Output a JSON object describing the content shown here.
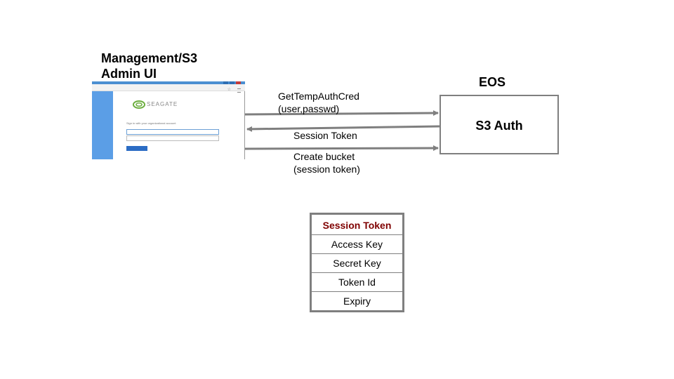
{
  "client": {
    "title_line1": "Management/S3",
    "title_line2": "Admin UI"
  },
  "browser": {
    "logo_text": "SEAGATE",
    "signin_text": "Sign in with your organizational account"
  },
  "server": {
    "group_label": "EOS",
    "box_label": "S3 Auth"
  },
  "messages": {
    "request_line1": "GetTempAuthCred",
    "request_line2": "(user,passwd)",
    "response": "Session Token",
    "create_line1": "Create bucket",
    "create_line2": "(session token)"
  },
  "token_table": {
    "header": "Session Token",
    "fields": [
      "Access Key",
      "Secret Key",
      "Token Id",
      "Expiry"
    ]
  },
  "colors": {
    "arrow": "#7f7f7f",
    "header_text": "#7f0000",
    "sidebar": "#5b9ee6"
  }
}
